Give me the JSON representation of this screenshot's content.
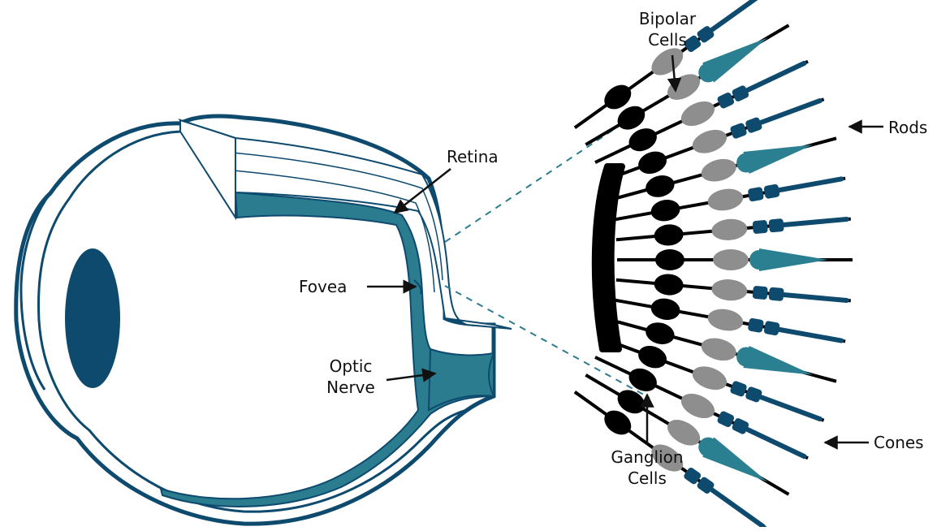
{
  "labels": {
    "bipolar_line1": "Bipolar",
    "bipolar_line2": "Cells",
    "rods": "Rods",
    "retina": "Retina",
    "fovea": "Fovea",
    "optic_line1": "Optic",
    "optic_line2": "Nerve",
    "ganglion_line1": "Ganglion",
    "ganglion_line2": "Cells",
    "cones": "Cones"
  },
  "colors": {
    "eye_outline": "#0d4a6e",
    "retina_fill": "#2a7c8e",
    "ganglion": "#000000",
    "bipolar": "#8e8e8e",
    "rod": "#0d4a6e",
    "cone": "#2a8090",
    "connector": "#2a7c8e"
  }
}
